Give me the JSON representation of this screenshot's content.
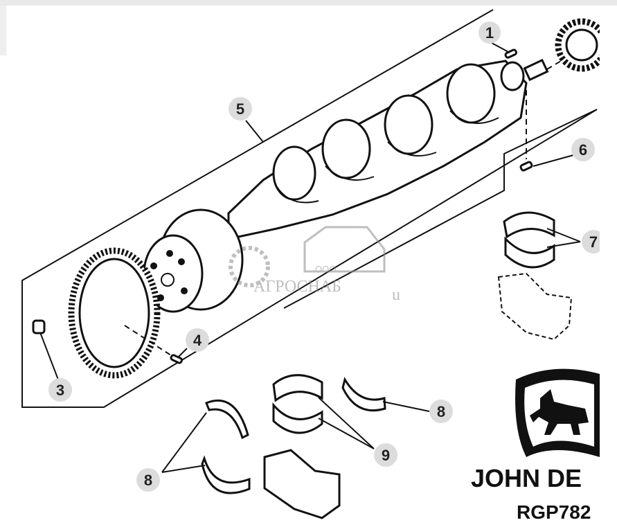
{
  "callouts": [
    {
      "id": "1",
      "label": "1"
    },
    {
      "id": "3",
      "label": "3"
    },
    {
      "id": "4",
      "label": "4"
    },
    {
      "id": "5",
      "label": "5"
    },
    {
      "id": "6",
      "label": "6"
    },
    {
      "id": "7",
      "label": "7"
    },
    {
      "id": "8a",
      "label": "8"
    },
    {
      "id": "8b",
      "label": "8"
    },
    {
      "id": "9",
      "label": "9"
    }
  ],
  "watermark": {
    "small_text": "ООО",
    "main_text": "АГРОСНАБ",
    "suffix": "u"
  },
  "brand": {
    "name": "JOHN DE",
    "part_code": "RGP782"
  },
  "colors": {
    "line": "#111111",
    "callout_fill": "#dcdcdc",
    "watermark": "#8a8a8a"
  }
}
